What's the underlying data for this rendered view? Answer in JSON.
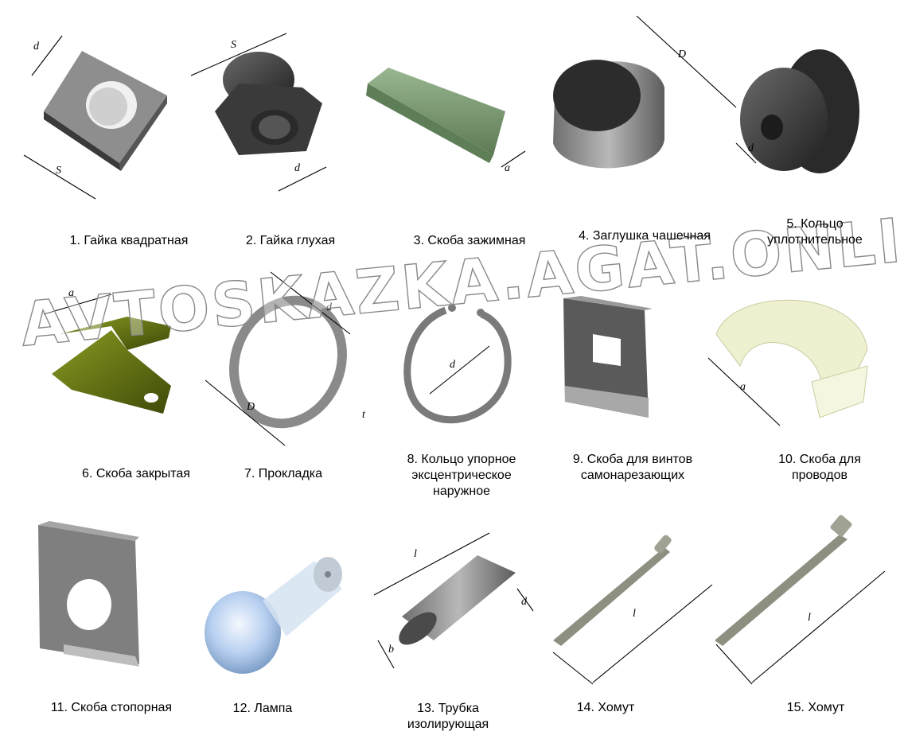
{
  "parts": [
    {
      "caption": "1. Гайка квадратная",
      "icon": "square-nut-icon",
      "dims": [
        "d",
        "S"
      ]
    },
    {
      "caption": "2. Гайка глухая",
      "icon": "cap-nut-icon",
      "dims": [
        "S",
        "d"
      ]
    },
    {
      "caption": "3. Скоба зажимная",
      "icon": "clamp-bracket-icon",
      "dims": [
        "a"
      ]
    },
    {
      "caption": "4. Заглушка чашечная",
      "icon": "cup-plug-icon",
      "dims": [
        "D"
      ]
    },
    {
      "caption": "5. Кольцо\nуплотнительное",
      "icon": "seal-ring-icon",
      "dims": [
        "d"
      ]
    },
    {
      "caption": "6. Скоба закрытая",
      "icon": "closed-clip-icon",
      "dims": [
        "a"
      ]
    },
    {
      "caption": "7. Прокладка",
      "icon": "gasket-icon",
      "dims": [
        "D",
        "d",
        "t"
      ]
    },
    {
      "caption": "8. Кольцо упорное\nэксцентрическое\nнаружное",
      "icon": "retaining-ring-icon",
      "dims": [
        "d"
      ]
    },
    {
      "caption": "9. Скоба для винтов\nсамонарезающих",
      "icon": "screw-clip-icon",
      "dims": []
    },
    {
      "caption": "10. Скоба для\nпроводов",
      "icon": "wire-clip-icon",
      "dims": [
        "a"
      ]
    },
    {
      "caption": "11. Скоба стопорная",
      "icon": "lock-clip-icon",
      "dims": []
    },
    {
      "caption": "12. Лампа",
      "icon": "lamp-bulb-icon",
      "dims": []
    },
    {
      "caption": "13. Трубка\nизолирующая",
      "icon": "insulating-tube-icon",
      "dims": [
        "l",
        "d",
        "b"
      ]
    },
    {
      "caption": "14. Хомут",
      "icon": "cable-tie-icon",
      "dims": [
        "l"
      ]
    },
    {
      "caption": "15. Хомут",
      "icon": "cable-tie-icon",
      "dims": [
        "l"
      ]
    }
  ],
  "watermark": "AVTOSKAZKA.AGAT.ONLINE",
  "colors": {
    "dark_part": "#3d3d3d",
    "grey_part": "#9a9a9a",
    "green_part": "#7a9a72",
    "olive_part": "#5a6a12",
    "lamp": "#a9c8ea",
    "tie": "#8c8f80"
  }
}
